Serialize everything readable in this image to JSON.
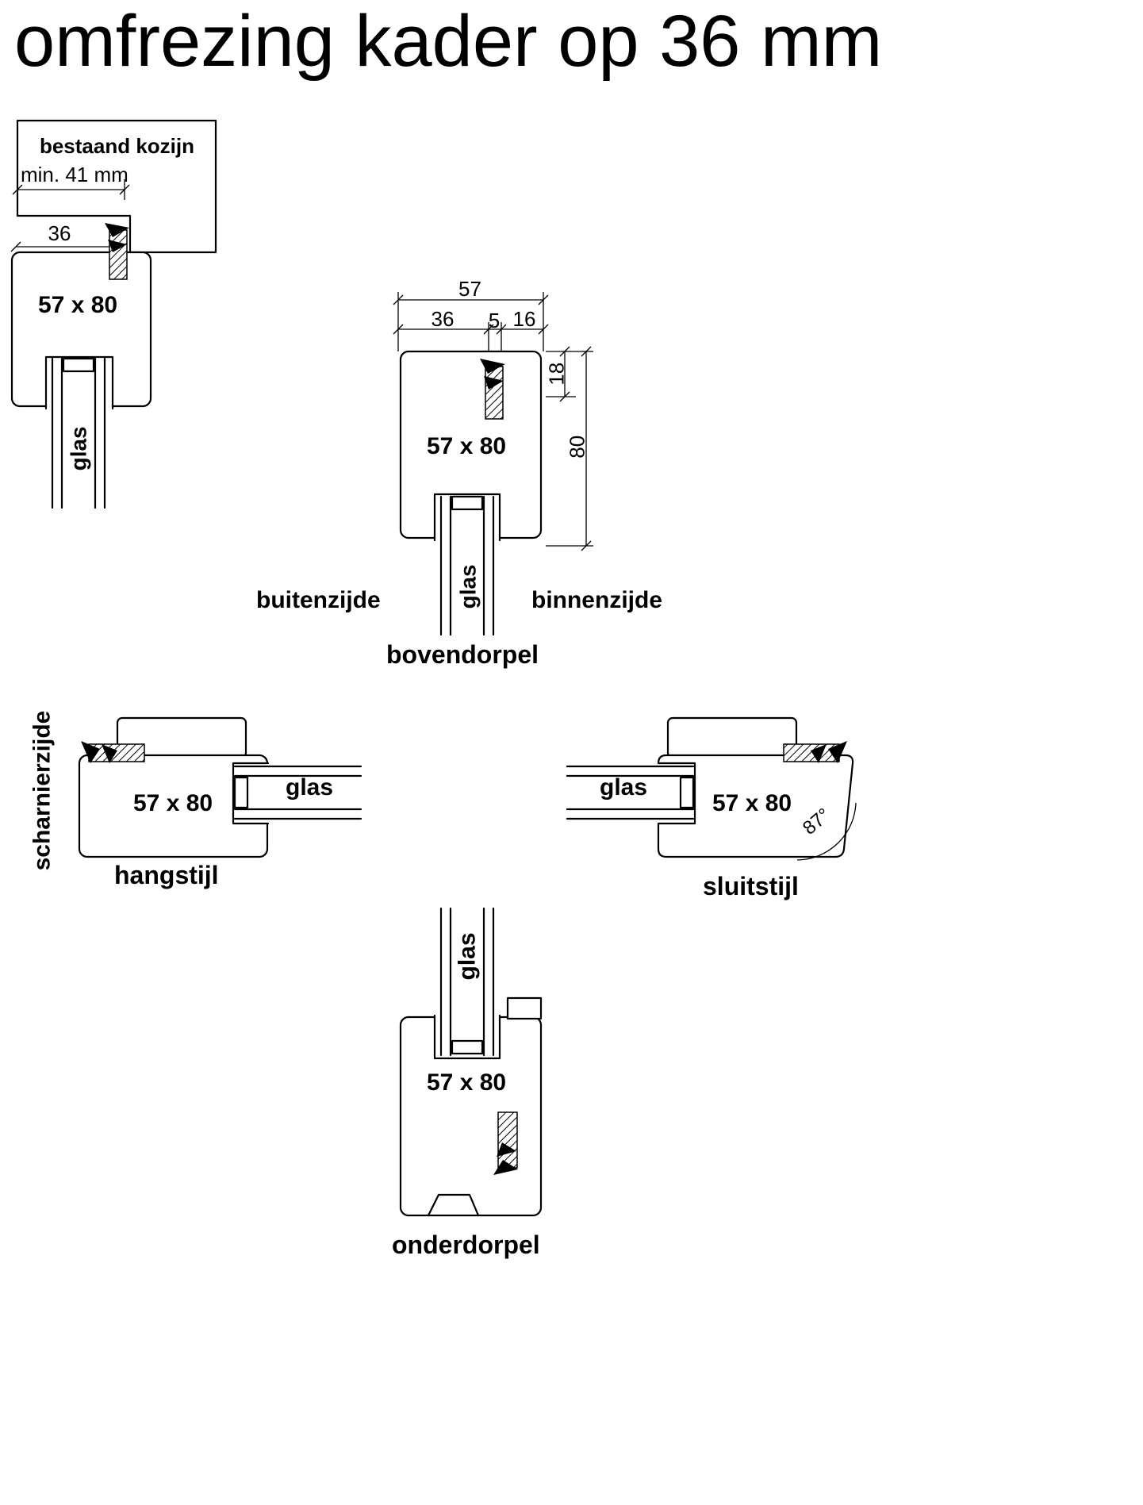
{
  "title": "omfrezing kader op 36 mm",
  "colors": {
    "line": "#000000",
    "background": "#ffffff"
  },
  "details": {
    "bestaand_kozijn": {
      "label": "bestaand kozijn",
      "dim_min41": "min. 41 mm",
      "dim_36": "36",
      "profile_size": "57 x 80",
      "glass_label": "glas"
    },
    "bovendorpel": {
      "dim_57": "57",
      "dim_36": "36",
      "dim_5": "5",
      "dim_16": "16",
      "dim_18": "18",
      "dim_80": "80",
      "profile_size": "57 x 80",
      "glass_label": "glas",
      "label_outside": "buitenzijde",
      "label_inside": "binnenzijde",
      "caption": "bovendorpel"
    },
    "hangstijl": {
      "side_label": "scharnierzijde",
      "profile_size": "57 x 80",
      "glass_label": "glas",
      "caption": "hangstijl"
    },
    "sluitstijl": {
      "glass_label": "glas",
      "profile_size": "57 x 80",
      "angle": "87°",
      "caption": "sluitstijl"
    },
    "onderdorpel": {
      "glass_label": "glas",
      "profile_size": "57 x 80",
      "caption": "onderdorpel"
    }
  }
}
